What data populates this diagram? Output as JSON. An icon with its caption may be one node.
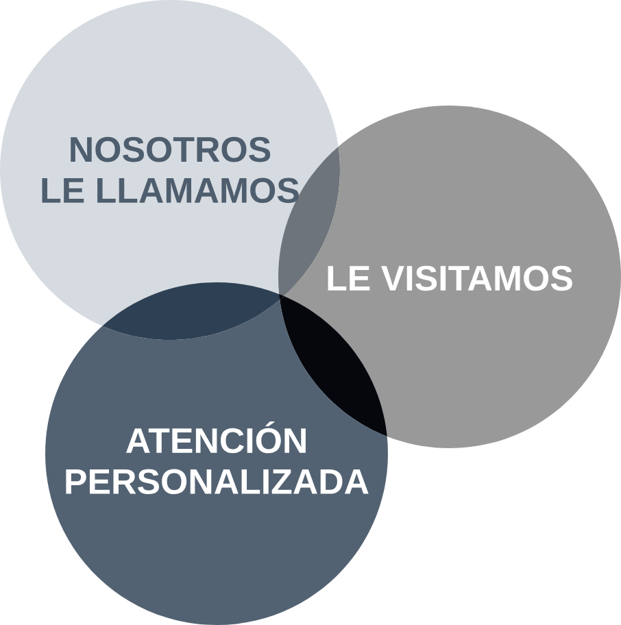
{
  "diagram": {
    "nodes": [
      {
        "text": [
          "NOSOTROS LE LLAMAMOS"
        ]
      },
      {
        "text": [
          "LE VISITAMOS"
        ]
      },
      {
        "text": [
          "ATENCIÓN PERSONALIZADA"
        ]
      }
    ]
  }
}
